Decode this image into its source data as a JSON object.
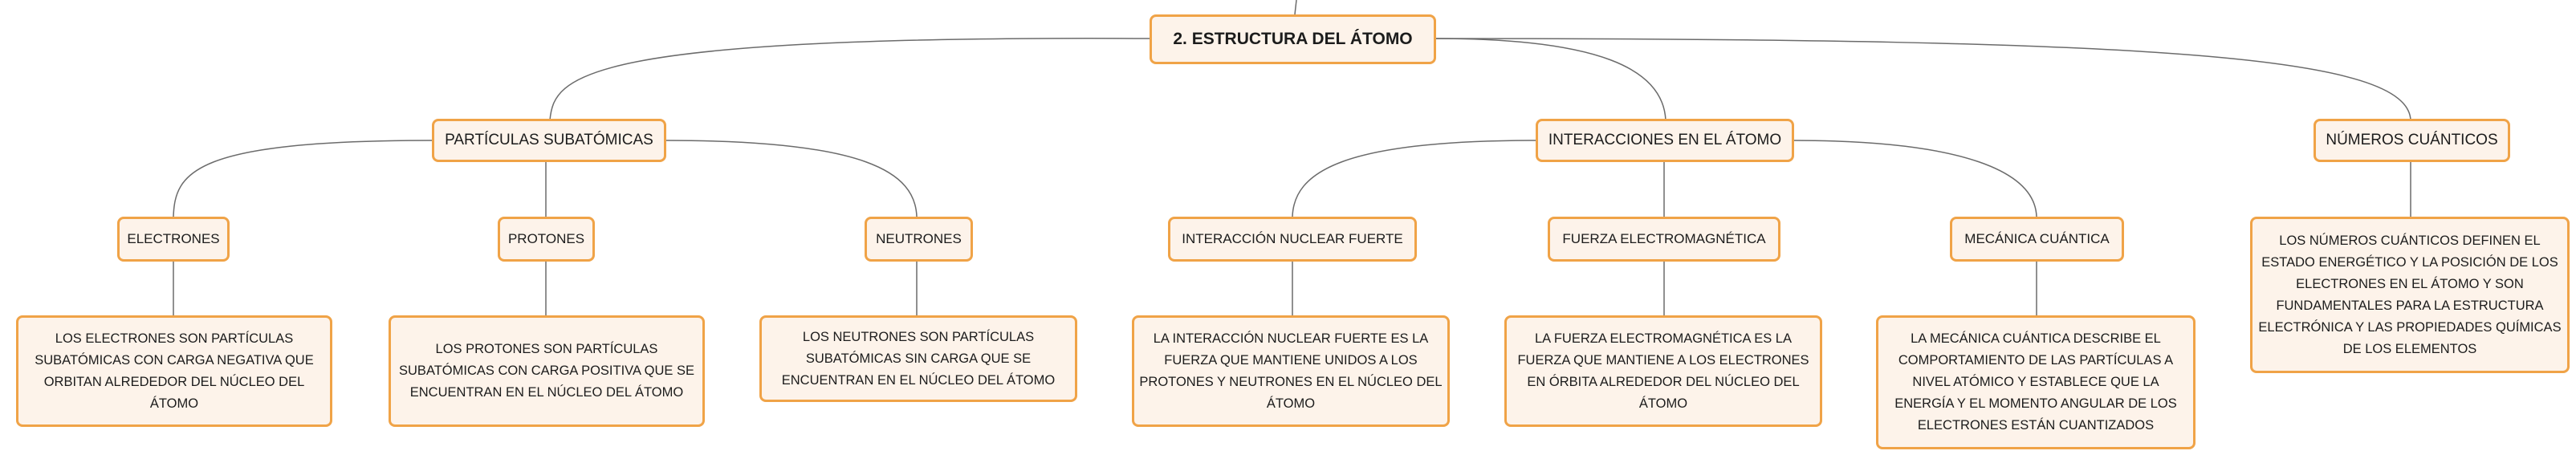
{
  "root": {
    "label": "2. ESTRUCTURA DEL ÁTOMO"
  },
  "branches": [
    {
      "label": "PARTÍCULAS SUBATÓMICAS",
      "children": [
        {
          "label": "ELECTRONES",
          "desc": "LOS ELECTRONES SON PARTÍCULAS SUBATÓMICAS CON CARGA NEGATIVA QUE ORBITAN ALREDEDOR DEL NÚCLEO DEL ÁTOMO"
        },
        {
          "label": "PROTONES",
          "desc": "LOS PROTONES SON PARTÍCULAS SUBATÓMICAS CON CARGA POSITIVA QUE SE ENCUENTRAN EN EL NÚCLEO DEL ÁTOMO"
        },
        {
          "label": "NEUTRONES",
          "desc": "LOS NEUTRONES SON PARTÍCULAS SUBATÓMICAS SIN CARGA QUE SE ENCUENTRAN EN EL NÚCLEO DEL ÁTOMO"
        }
      ]
    },
    {
      "label": "INTERACCIONES EN EL ÁTOMO",
      "children": [
        {
          "label": "INTERACCIÓN NUCLEAR FUERTE",
          "desc": "LA INTERACCIÓN NUCLEAR FUERTE ES LA FUERZA QUE MANTIENE UNIDOS A LOS PROTONES Y NEUTRONES EN EL NÚCLEO DEL ÁTOMO"
        },
        {
          "label": "FUERZA ELECTROMAGNÉTICA",
          "desc": "LA FUERZA ELECTROMAGNÉTICA ES LA FUERZA QUE MANTIENE A LOS ELECTRONES EN ÓRBITA ALREDEDOR DEL NÚCLEO DEL ÁTOMO"
        },
        {
          "label": "MECÁNICA CUÁNTICA",
          "desc": "LA MECÁNICA CUÁNTICA DESCRIBE EL COMPORTAMIENTO DE LAS PARTÍCULAS A NIVEL ATÓMICO Y ESTABLECE QUE LA ENERGÍA Y EL MOMENTO ANGULAR DE LOS ELECTRONES ESTÁN CUANTIZADOS"
        }
      ]
    },
    {
      "label": "NÚMEROS CUÁNTICOS",
      "desc": "LOS NÚMEROS CUÁNTICOS DEFINEN EL ESTADO ENERGÉTICO Y LA POSICIÓN DE LOS ELECTRONES EN EL ÁTOMO Y SON FUNDAMENTALES PARA LA ESTRUCTURA ELECTRÓNICA Y LAS PROPIEDADES QUÍMICAS DE LOS ELEMENTOS"
    }
  ],
  "colors": {
    "node_border": "#f0a347",
    "node_fill": "#fdf3ea",
    "connector": "#6b6b6b"
  }
}
